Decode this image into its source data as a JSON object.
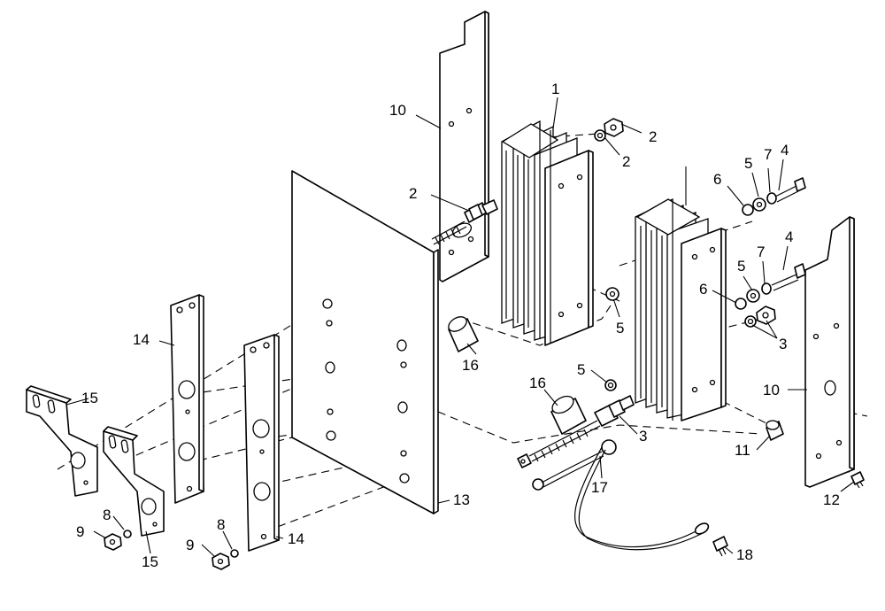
{
  "callouts": [
    {
      "id": "c1",
      "text": "1"
    },
    {
      "id": "c2a",
      "text": "2"
    },
    {
      "id": "c2b",
      "text": "2"
    },
    {
      "id": "c2c",
      "text": "2"
    },
    {
      "id": "c3a",
      "text": "3"
    },
    {
      "id": "c3b",
      "text": "3"
    },
    {
      "id": "c4a",
      "text": "4"
    },
    {
      "id": "c4b",
      "text": "4"
    },
    {
      "id": "c5a",
      "text": "5"
    },
    {
      "id": "c5b",
      "text": "5"
    },
    {
      "id": "c5c",
      "text": "5"
    },
    {
      "id": "c5d",
      "text": "5"
    },
    {
      "id": "c6a",
      "text": "6"
    },
    {
      "id": "c6b",
      "text": "6"
    },
    {
      "id": "c7a",
      "text": "7"
    },
    {
      "id": "c7b",
      "text": "7"
    },
    {
      "id": "c8a",
      "text": "8"
    },
    {
      "id": "c8b",
      "text": "8"
    },
    {
      "id": "c9a",
      "text": "9"
    },
    {
      "id": "c9b",
      "text": "9"
    },
    {
      "id": "c10a",
      "text": "10"
    },
    {
      "id": "c10b",
      "text": "10"
    },
    {
      "id": "c11",
      "text": "11"
    },
    {
      "id": "c12",
      "text": "12"
    },
    {
      "id": "c13",
      "text": "13"
    },
    {
      "id": "c14a",
      "text": "14"
    },
    {
      "id": "c14b",
      "text": "14"
    },
    {
      "id": "c15a",
      "text": "15"
    },
    {
      "id": "c15b",
      "text": "15"
    },
    {
      "id": "c16a",
      "text": "16"
    },
    {
      "id": "c16b",
      "text": "16"
    },
    {
      "id": "c17",
      "text": "17"
    },
    {
      "id": "c18",
      "text": "18"
    }
  ]
}
